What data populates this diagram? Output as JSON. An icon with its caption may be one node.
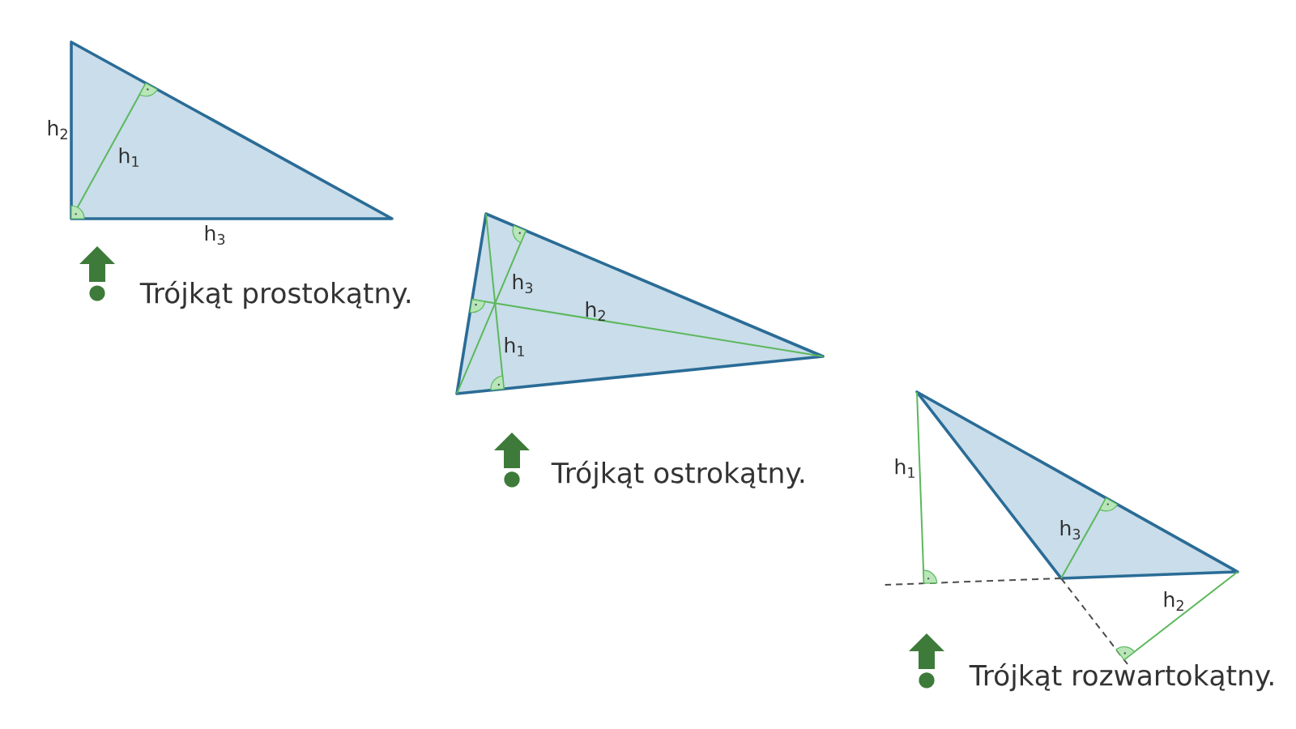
{
  "diagram": {
    "labels": [
      "h$_{2}$",
      "h$_{1}$",
      "h$_{3}$",
      "Trójkąt prostokątny.",
      "h$_{3}$",
      "h$_{2}$",
      "h$_{1}$",
      "Trójkąt ostrokątny.",
      "h$_{1}$",
      "h$_{3}$",
      "h$_{2}$",
      "Trójkąt rozwartokątny."
    ]
  }
}
